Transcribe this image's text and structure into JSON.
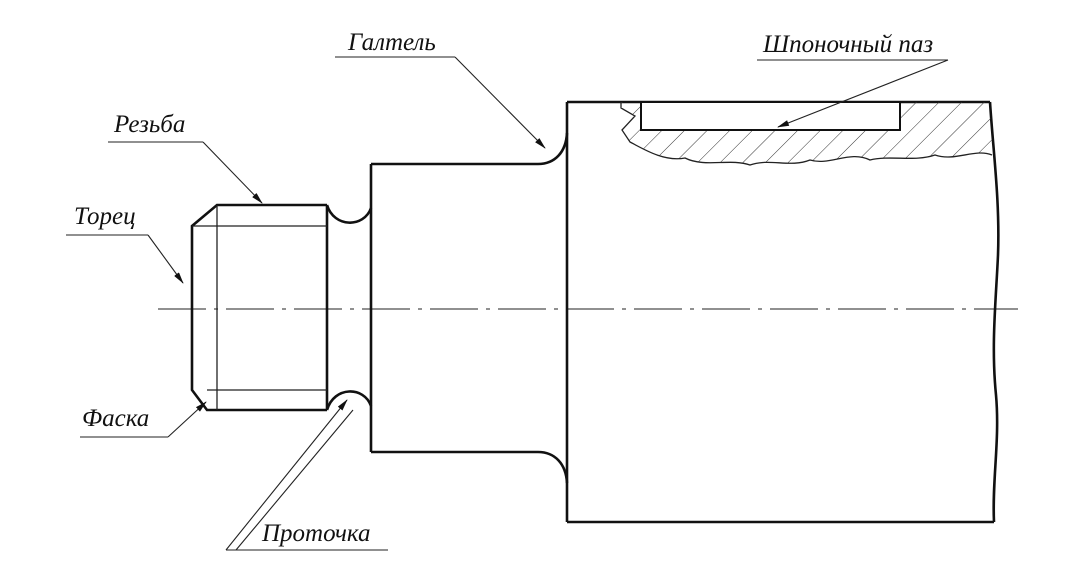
{
  "labels": {
    "galtel": "Галтель",
    "shponochny_paz": "Шпоночный паз",
    "rezba": "Резьба",
    "torets": "Торец",
    "faska": "Фаска",
    "protochka": "Проточка"
  },
  "colors": {
    "line": "#111111",
    "background": "#ffffff"
  }
}
